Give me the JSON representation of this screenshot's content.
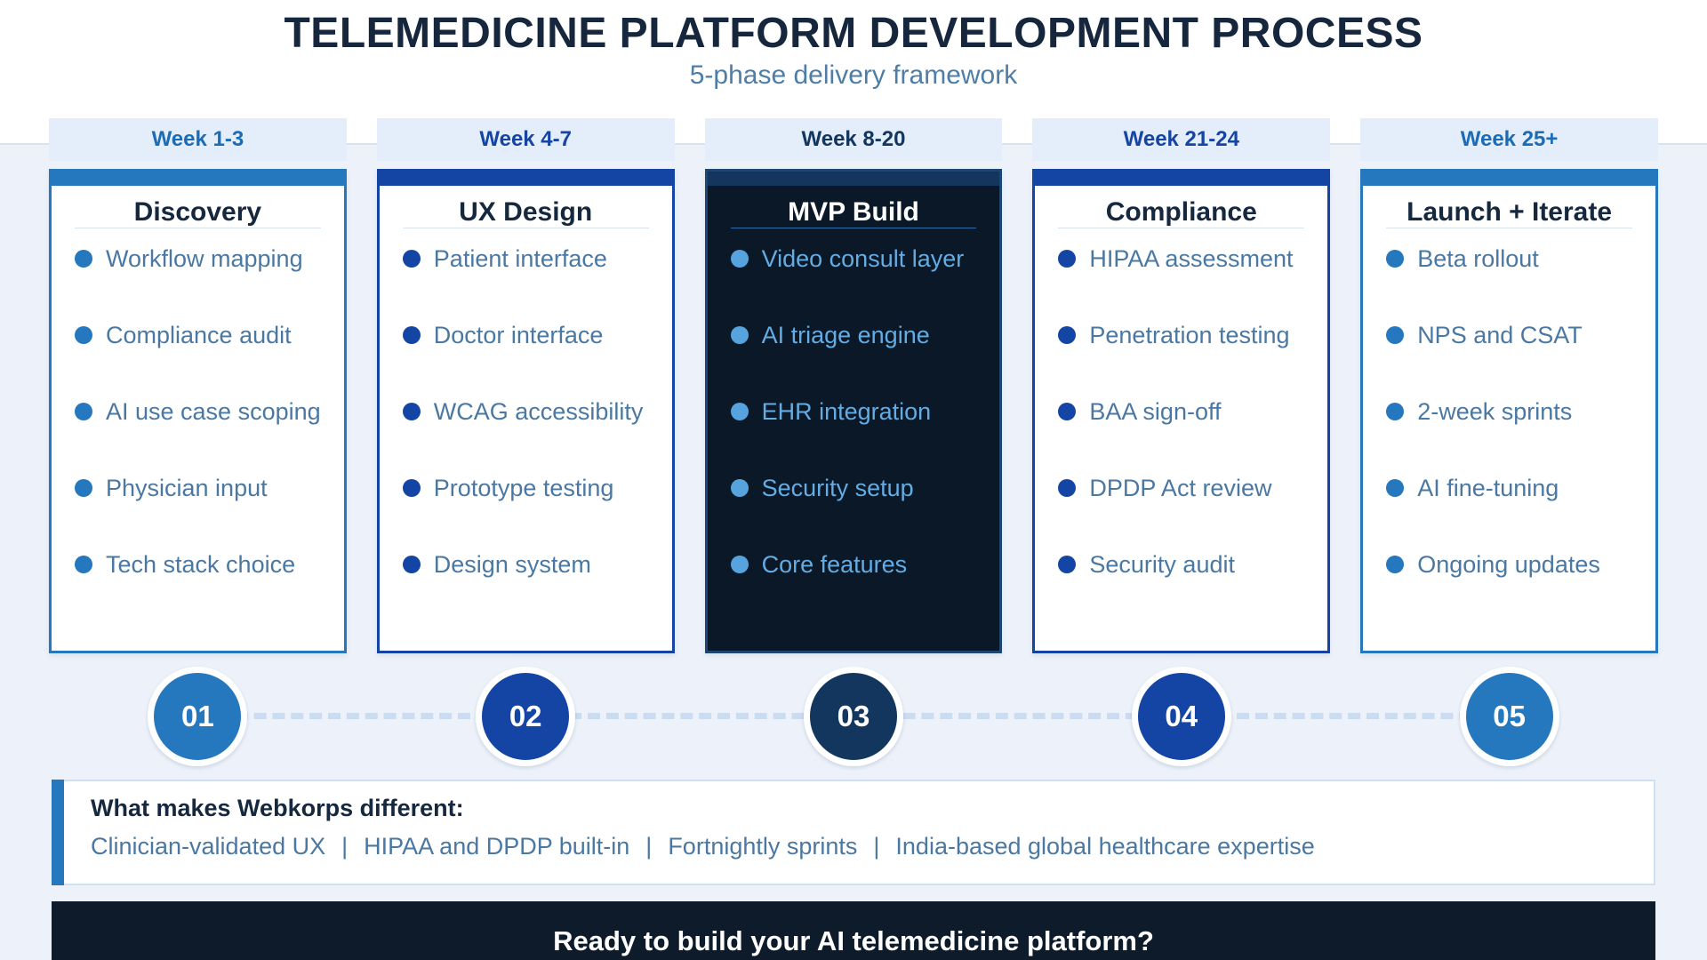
{
  "header": {
    "title": "TELEMEDICINE PLATFORM DEVELOPMENT PROCESS",
    "subtitle": "5-phase delivery framework"
  },
  "phases": [
    {
      "number": "01",
      "week": "Week 1-3",
      "title": "Discovery",
      "theme": "medium",
      "items": [
        "Workflow mapping",
        "Compliance audit",
        "AI use case scoping",
        "Physician input",
        "Tech stack choice"
      ]
    },
    {
      "number": "02",
      "week": "Week 4-7",
      "title": "UX Design",
      "theme": "royal",
      "items": [
        "Patient interface",
        "Doctor interface",
        "WCAG accessibility",
        "Prototype testing",
        "Design system"
      ]
    },
    {
      "number": "03",
      "week": "Week 8-20",
      "title": "MVP Build",
      "theme": "dark",
      "items": [
        "Video consult layer",
        "AI triage engine",
        "EHR integration",
        "Security setup",
        "Core features"
      ]
    },
    {
      "number": "04",
      "week": "Week 21-24",
      "title": "Compliance",
      "theme": "royal",
      "items": [
        "HIPAA assessment",
        "Penetration testing",
        "BAA sign-off",
        "DPDP Act review",
        "Security audit"
      ]
    },
    {
      "number": "05",
      "week": "Week 25+",
      "title": "Launch + Iterate",
      "theme": "medium",
      "items": [
        "Beta rollout",
        "NPS and CSAT",
        "2-week sprints",
        "AI fine-tuning",
        "Ongoing updates"
      ]
    }
  ],
  "differentiators": {
    "title": "What makes Webkorps different:",
    "separator": "|",
    "items": [
      "Clinician-validated UX",
      "HIPAA and DPDP built-in",
      "Fortnightly sprints",
      "India-based global healthcare expertise"
    ]
  },
  "cta": {
    "text": "Ready to build your AI telemedicine platform?"
  },
  "colors": {
    "medium_blue": "#2577be",
    "royal_blue": "#1445a5",
    "navy": "#12365e",
    "dark_card_bg": "#0a1828",
    "cta_bg": "#0d1b2b",
    "item_text": "#4a78a2",
    "dark_item_text": "#63ace4",
    "heading_text": "#16273d",
    "subtitle_text": "#4e7ea8",
    "page_bg": "#edf2fa",
    "week_tab_bg": "#e3eefa",
    "connector": "#cbdcf1"
  }
}
